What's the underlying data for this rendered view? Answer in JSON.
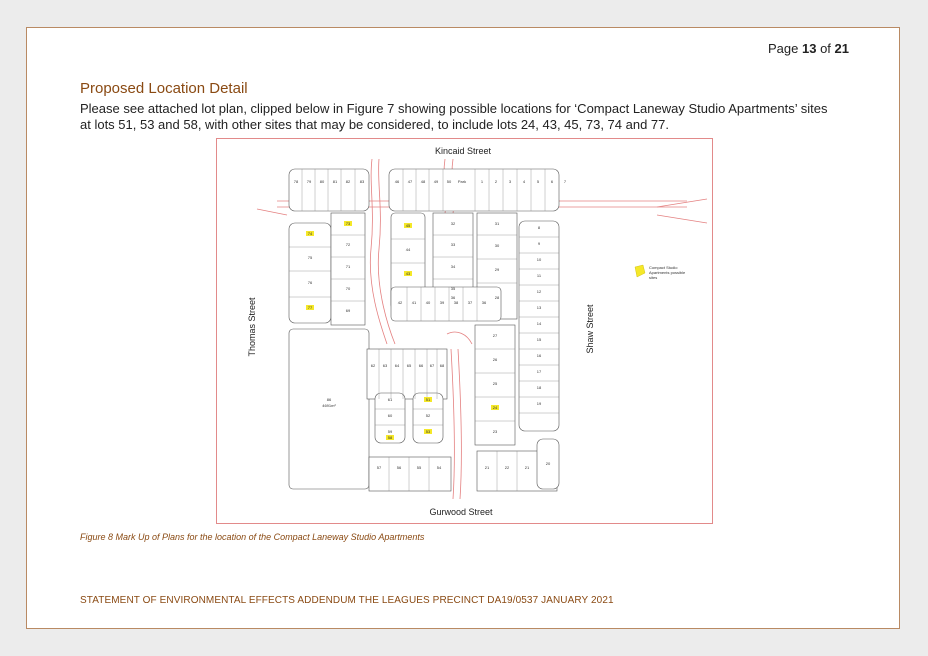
{
  "page": {
    "label_prefix": "Page ",
    "current": "13",
    "label_of": " of ",
    "total": "21"
  },
  "section": {
    "heading": "Proposed Location Detail",
    "intro_line1": "Please see attached lot plan, clipped below in Figure 7 showing possible locations for ‘Compact Laneway Studio Apartments’ sites",
    "intro_line2": "at lots 51, 53 and 58, with other sites that may be considered, to include lots 24, 43, 45, 73, 74 and 77."
  },
  "plan": {
    "street_north": "Kincaid Street",
    "street_south": "Gurwood Street",
    "street_west": "Thomas Street",
    "street_east": "Shaw Street",
    "legend_line1": "Compact Studio",
    "legend_line2": "Apartments possible",
    "legend_line3": "sites",
    "highlight_color": "#f5e829",
    "lot_row_top_left": [
      "78",
      "79",
      "80",
      "81",
      "82",
      "83"
    ],
    "lot_row_top_right": [
      "46",
      "47",
      "48",
      "49",
      "50",
      "Park",
      "1",
      "2",
      "3",
      "4",
      "5",
      "6",
      "7"
    ],
    "lot_col_west": [
      "74",
      "75",
      "76",
      "77"
    ],
    "lot_col_mid_left": [
      "73",
      "72",
      "71",
      "70",
      "69"
    ],
    "lot_col_mid": [
      "45",
      "44",
      "43"
    ],
    "lot_col_center": [
      "32",
      "33",
      "34",
      "35",
      "36"
    ],
    "lot_col_east_inner": [
      "30",
      "29",
      "28",
      "31"
    ],
    "lot_col_east": [
      "8",
      "9",
      "10",
      "11",
      "12",
      "13",
      "14",
      "15",
      "16",
      "17",
      "18",
      "19"
    ],
    "lot_row_middle": [
      "42",
      "41",
      "40",
      "39",
      "38",
      "37",
      "36"
    ],
    "lot_row_lower": [
      "62",
      "63",
      "64",
      "65",
      "66",
      "67",
      "68"
    ],
    "lot_block_lower_left": [
      "61",
      "60",
      "59",
      "58"
    ],
    "lot_block_lower_mid": [
      "51",
      "52",
      "53"
    ],
    "lot_col_lower_east": [
      "27",
      "26",
      "25",
      "24",
      "23"
    ],
    "lot_row_bottom_left": [
      "57",
      "56",
      "55",
      "54"
    ],
    "lot_row_bottom_right": [
      "21",
      "22",
      "21",
      "20"
    ],
    "large_lot": "86",
    "large_lot_area": "4691m²",
    "highlighted_lots": [
      "74",
      "77",
      "73",
      "45",
      "43",
      "58",
      "51",
      "53",
      "24"
    ]
  },
  "figure": {
    "caption": "Figure 8 Mark Up of Plans for the location of the Compact Laneway Studio Apartments"
  },
  "footer": {
    "text": "STATEMENT OF ENVIRONMENTAL EFFECTS ADDENDUM THE LEAGUES PRECINCT DA19/0537 JANUARY 2021"
  }
}
